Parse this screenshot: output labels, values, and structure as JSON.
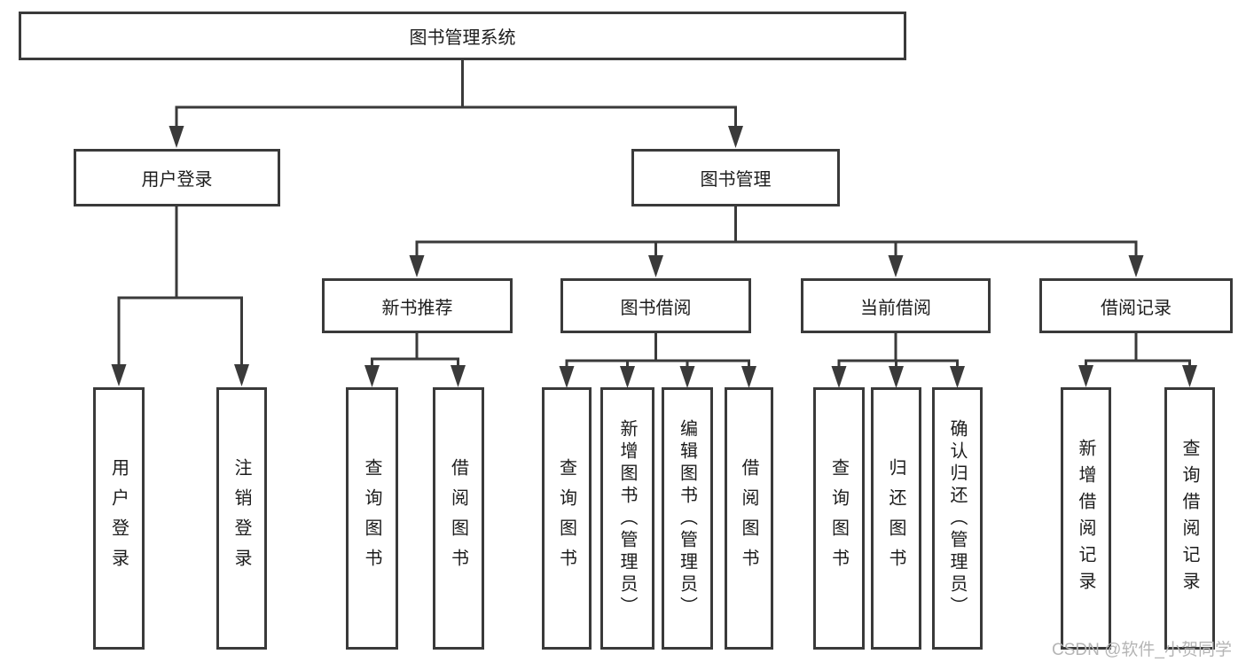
{
  "diagram": {
    "title": "图书管理系统",
    "watermark": "CSDN @软件_小贺同学",
    "colors": {
      "line": "#3a3a3a",
      "box_border": "#3a3a3a",
      "box_background": "#ffffff",
      "text": "#1c1c1c",
      "watermark": "#b5b5b5"
    },
    "nodes": {
      "root": "图书管理系统",
      "user_login": "用户登录",
      "book_management": "图书管理",
      "new_book_recommend": "新书推荐",
      "book_borrow": "图书借阅",
      "current_borrow": "当前借阅",
      "borrow_record": "借阅记录",
      "leaf_user_login": "用户登录",
      "leaf_logout": "注销登录",
      "leaf_query_book_a": "查询图书",
      "leaf_borrow_book_a": "借阅图书",
      "leaf_query_book_b": "查询图书",
      "leaf_add_book_admin": "新增图书（管理员）",
      "leaf_edit_book_admin": "编辑图书（管理员）",
      "leaf_borrow_book_b": "借阅图书",
      "leaf_query_book_c": "查询图书",
      "leaf_return_book": "归还图书",
      "leaf_confirm_return_admin": "确认归还（管理员）",
      "leaf_add_borrow_record": "新增借阅记录",
      "leaf_query_borrow_record": "查询借阅记录"
    },
    "hierarchy": {
      "图书管理系统": {
        "用户登录": [
          "用户登录",
          "注销登录"
        ],
        "图书管理": {
          "新书推荐": [
            "查询图书",
            "借阅图书"
          ],
          "图书借阅": [
            "查询图书",
            "新增图书（管理员）",
            "编辑图书（管理员）",
            "借阅图书"
          ],
          "当前借阅": [
            "查询图书",
            "归还图书",
            "确认归还（管理员）"
          ],
          "借阅记录": [
            "新增借阅记录",
            "查询借阅记录"
          ]
        }
      }
    }
  }
}
